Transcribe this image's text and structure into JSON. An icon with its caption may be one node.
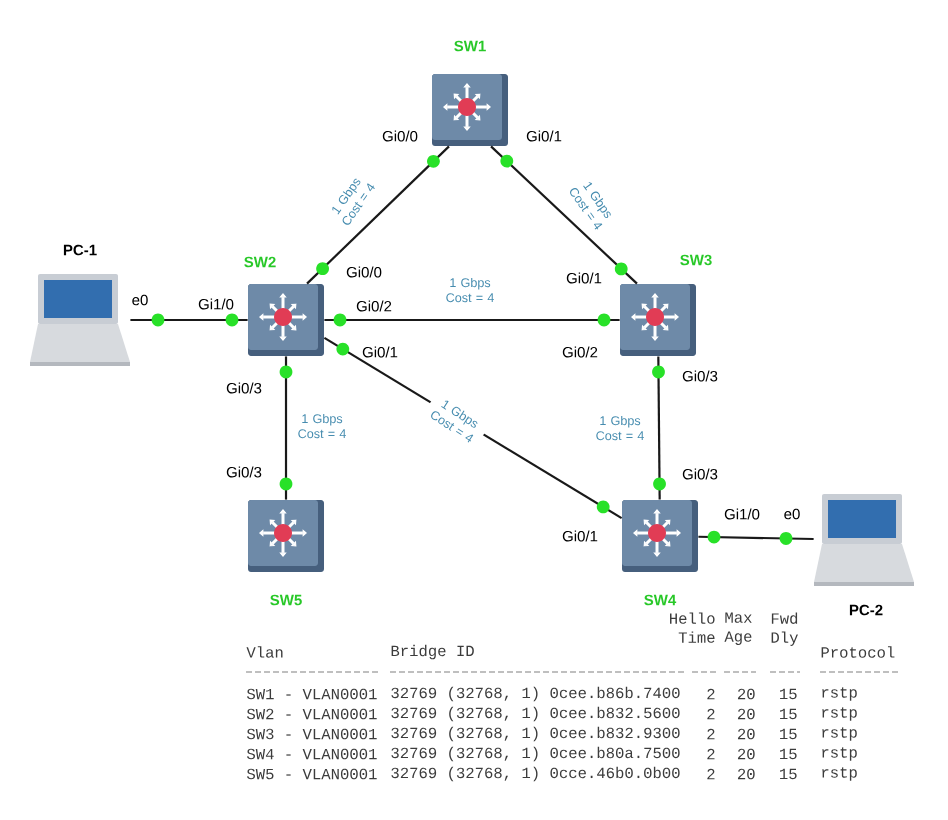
{
  "diagram": {
    "nodes": [
      {
        "text": [
          "SW1"
        ]
      },
      {
        "text": [
          "PC-1"
        ]
      },
      {
        "text": [
          "SW2"
        ]
      },
      {
        "text": [
          "SW3"
        ]
      },
      {
        "text": [
          "SW5"
        ]
      },
      {
        "text": [
          "SW4"
        ]
      },
      {
        "text": [
          "PC-2"
        ]
      }
    ],
    "edges": [
      {
        "from": 0,
        "to": 2,
        "arrow": "none",
        "label": "1 Gbps Cost = 4"
      },
      {
        "from": 0,
        "to": 3,
        "arrow": "none",
        "label": "1 Gbps Cost = 4"
      },
      {
        "from": 1,
        "to": 2,
        "arrow": "none"
      },
      {
        "from": 2,
        "to": 3,
        "arrow": "none",
        "label": "1 Gbps Cost = 4"
      },
      {
        "from": 2,
        "to": 4,
        "arrow": "none",
        "label": "1 Gbps Cost = 4"
      },
      {
        "from": 2,
        "to": 5,
        "arrow": "none",
        "label": "1 Gbps Cost = 4"
      },
      {
        "from": 3,
        "to": 5,
        "arrow": "none",
        "label": "1 Gbps Cost = 4"
      },
      {
        "from": 5,
        "to": 6,
        "arrow": "none"
      }
    ],
    "labels": [
      "Gi0/0",
      "Gi0/1",
      "Gi0/0",
      "Gi0/1",
      "e0",
      "Gi1/0",
      "Gi0/2",
      "Gi0/1",
      "Gi0/2",
      "Gi0/3",
      "Gi0/3",
      "Gi0/3",
      "Gi0/3",
      "Gi1/0",
      "e0",
      "Gi0/1",
      "Vlan",
      "Bridge ID",
      "Hello Time",
      "Max Age",
      "Fwd Dly",
      "Protocol",
      "SW1 - VLAN0001",
      "32769 (32768, 1) 0cee.b86b.7400",
      "2",
      "20",
      "15",
      "rstp",
      "SW2 - VLAN0001",
      "32769 (32768, 1) 0cee.b832.5600",
      "2",
      "20",
      "15",
      "rstp",
      "SW3 - VLAN0001",
      "32769 (32768, 1) 0cee.b832.9300",
      "2",
      "20",
      "15",
      "rstp",
      "SW4 - VLAN0001",
      "32769 (32768, 1) 0cee.b80a.7500",
      "2",
      "20",
      "15",
      "rstp",
      "SW5 - VLAN0001",
      "32769 (32768, 1) 0cce.46b0.0b00",
      "2",
      "20",
      "15",
      "rstp"
    ]
  }
}
